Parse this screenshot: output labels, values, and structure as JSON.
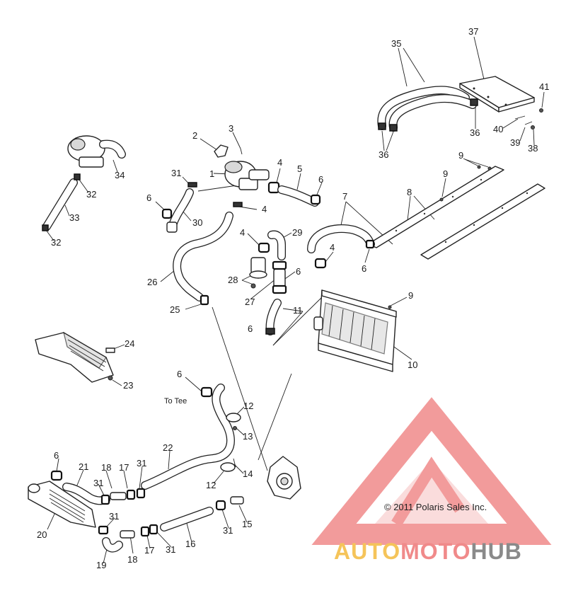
{
  "diagram": {
    "background": "#ffffff",
    "line_color": "#222222",
    "callouts": [
      "1",
      "2",
      "3",
      "4",
      "4",
      "4",
      "4",
      "5",
      "6",
      "6",
      "6",
      "6",
      "6",
      "6",
      "6",
      "7",
      "8",
      "9",
      "9",
      "9",
      "10",
      "11",
      "12",
      "12",
      "13",
      "14",
      "15",
      "16",
      "17",
      "17",
      "18",
      "18",
      "19",
      "20",
      "21",
      "22",
      "23",
      "24",
      "25",
      "26",
      "27",
      "28",
      "29",
      "30",
      "31",
      "31",
      "31",
      "31",
      "31",
      "31",
      "32",
      "32",
      "33",
      "34",
      "35",
      "36",
      "36",
      "37",
      "38",
      "39",
      "40",
      "41"
    ],
    "annotation_to_tee": "To Tee",
    "copyright": "© 2011 Polaris Sales Inc."
  },
  "watermark": {
    "word_part1": "AUTO",
    "word_part2": "MOTO",
    "word_part3": "HUB",
    "color_primary": "#f08a8a",
    "color_accent": "#f5c45a",
    "color_gray": "#8a8a8a"
  }
}
